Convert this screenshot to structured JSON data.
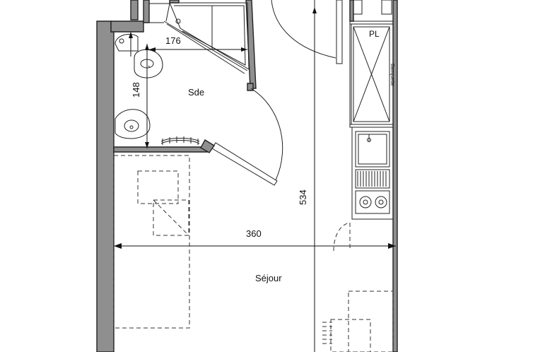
{
  "rooms": {
    "bathroom_label": "Sde",
    "living_label": "Séjour",
    "cupboard_label": "PL",
    "bench_label": "Banquette"
  },
  "dimensions": {
    "shower_width": "176",
    "bathroom_depth": "148",
    "living_width": "360",
    "total_length": "534"
  },
  "colors": {
    "wall_fill": "#8f8f8f",
    "line": "#222222",
    "background": "#ffffff"
  }
}
